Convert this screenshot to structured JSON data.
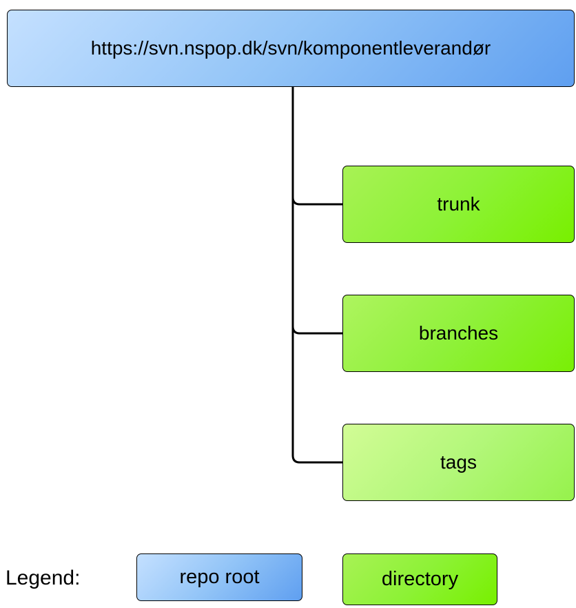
{
  "diagram": {
    "root": {
      "label": "https://svn.nspop.dk/svn/komponentleverandør",
      "color": "#8ec1f6"
    },
    "directories": [
      {
        "label": "trunk",
        "color": "#8df236"
      },
      {
        "label": "branches",
        "color": "#8ff13a"
      },
      {
        "label": "tags",
        "color": "#b3f77a"
      }
    ]
  },
  "legend": {
    "label": "Legend:",
    "items": [
      {
        "label": "repo root",
        "color": "#8ec1f6"
      },
      {
        "label": "directory",
        "color": "#8df236"
      }
    ]
  }
}
